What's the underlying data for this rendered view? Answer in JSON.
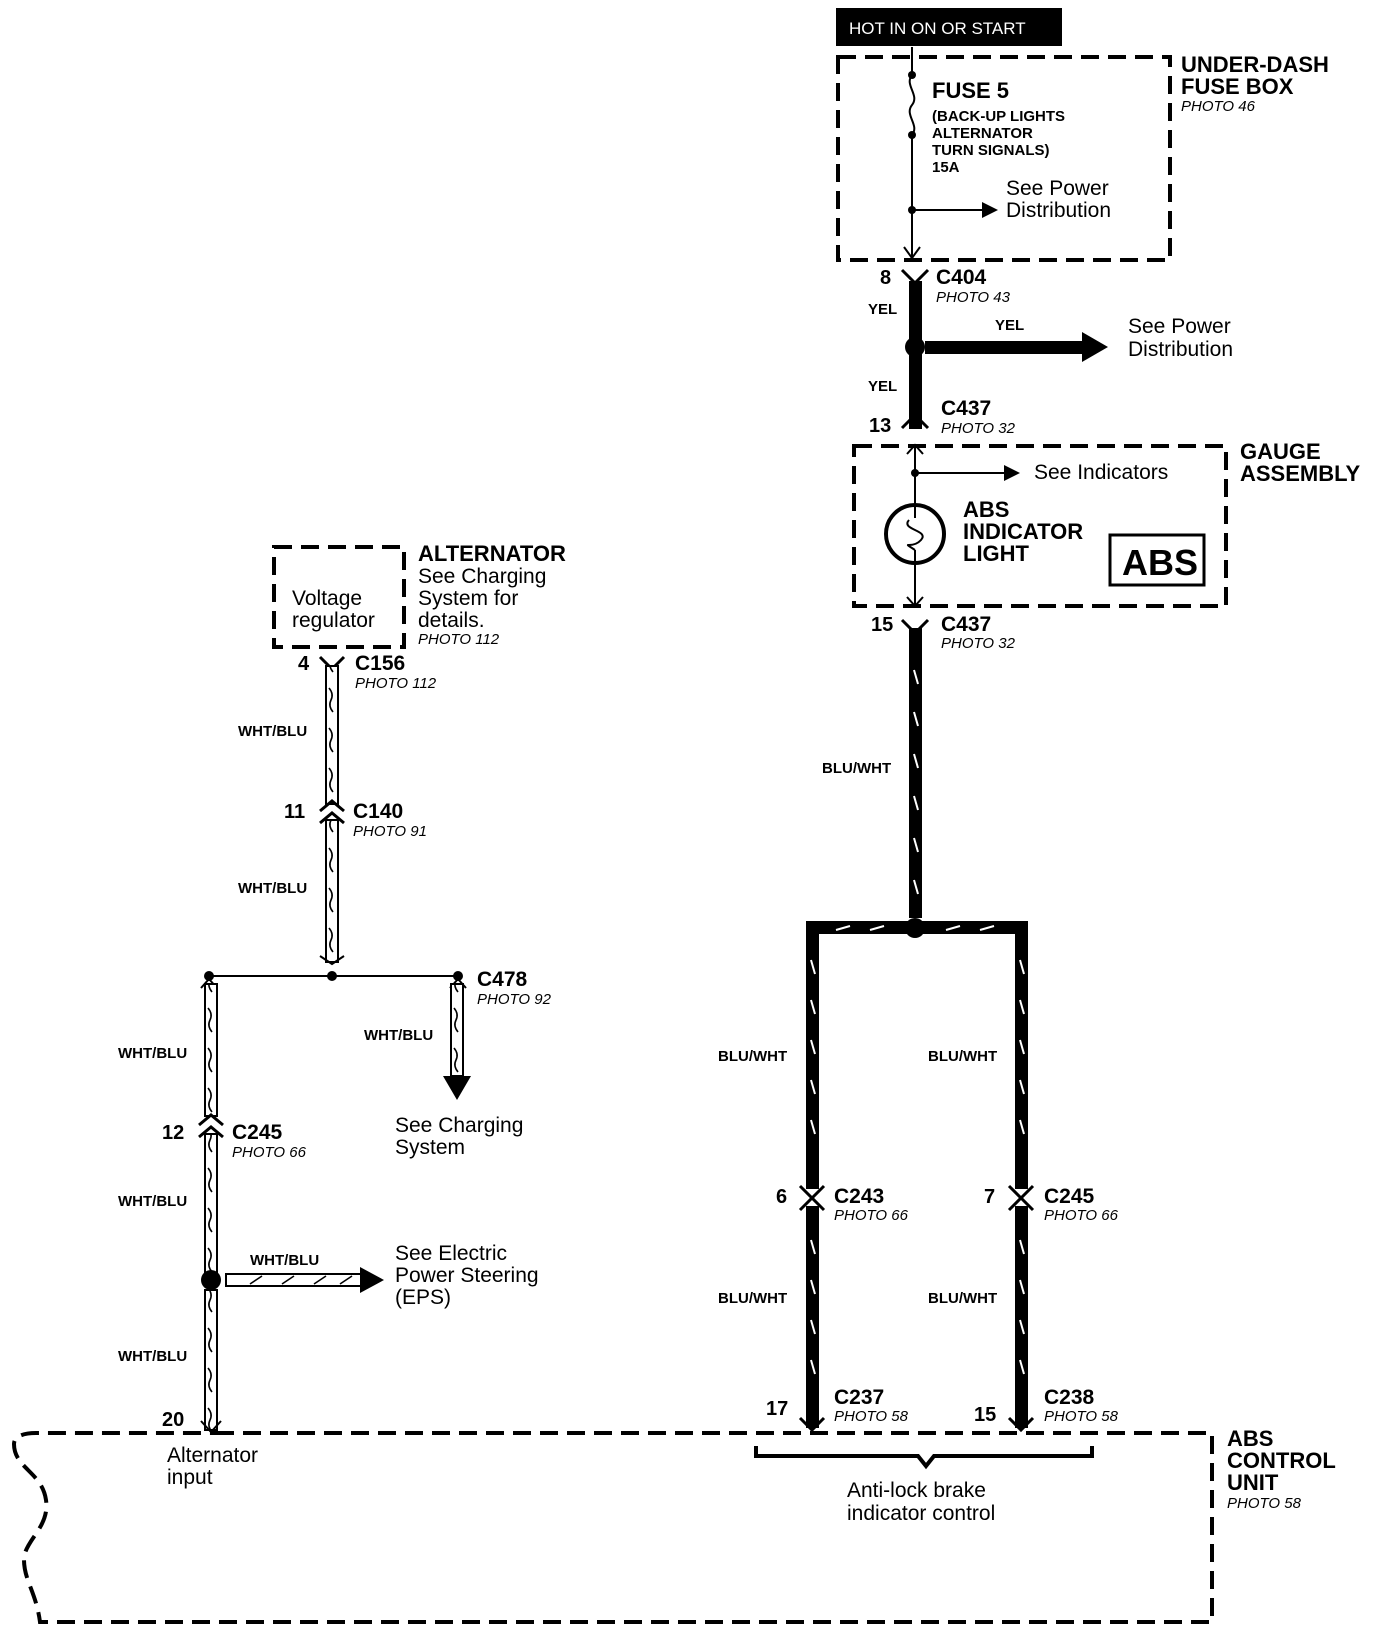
{
  "power": {
    "hot_label": "HOT IN ON OR START"
  },
  "fuse_box": {
    "title_line1": "UNDER-DASH",
    "title_line2": "FUSE BOX",
    "photo": "PHOTO 46"
  },
  "fuse": {
    "name": "FUSE 5",
    "line1": "(BACK-UP LIGHTS",
    "line2": "ALTERNATOR",
    "line3": "TURN SIGNALS)",
    "rating": "15A",
    "see_line1": "See Power",
    "see_line2": "Distribution"
  },
  "c404": {
    "pin": "8",
    "name": "C404",
    "photo": "PHOTO 43",
    "wire": "YEL"
  },
  "power_branch": {
    "wire": "YEL",
    "see_line1": "See Power",
    "see_line2": "Distribution"
  },
  "c437_top": {
    "wire": "YEL",
    "pin": "13",
    "name": "C437",
    "photo": "PHOTO 32"
  },
  "gauge": {
    "title_line1": "GAUGE",
    "title_line2": "ASSEMBLY",
    "see_indicators": "See Indicators",
    "light_line1": "ABS",
    "light_line2": "INDICATOR",
    "light_line3": "LIGHT",
    "badge": "ABS"
  },
  "c437_bottom": {
    "pin": "15",
    "name": "C437",
    "photo": "PHOTO 32",
    "wire": "BLU/WHT"
  },
  "alternator": {
    "title": "ALTERNATOR",
    "line1": "See Charging",
    "line2": "System for",
    "line3": "details.",
    "photo": "PHOTO 112",
    "regulator_line1": "Voltage",
    "regulator_line2": "regulator"
  },
  "c156": {
    "pin": "4",
    "name": "C156",
    "photo": "PHOTO 112",
    "wire": "WHT/BLU"
  },
  "c140": {
    "pin": "11",
    "name": "C140",
    "photo": "PHOTO 91",
    "wire": "WHT/BLU"
  },
  "c478": {
    "name": "C478",
    "photo": "PHOTO 92",
    "wire": "WHT/BLU",
    "see_line1": "See Charging",
    "see_line2": "System"
  },
  "left_run": {
    "wire_upper": "WHT/BLU",
    "wire_mid": "WHT/BLU",
    "wire_lower": "WHT/BLU"
  },
  "c245_left": {
    "pin": "12",
    "name": "C245",
    "photo": "PHOTO 66"
  },
  "eps": {
    "wire": "WHT/BLU",
    "line1": "See Electric",
    "line2": "Power Steering",
    "line3": "(EPS)"
  },
  "right_split": {
    "wire_l_upper": "BLU/WHT",
    "wire_r_upper": "BLU/WHT",
    "wire_l_lower": "BLU/WHT",
    "wire_r_lower": "BLU/WHT"
  },
  "c243": {
    "pin": "6",
    "name": "C243",
    "photo": "PHOTO 66"
  },
  "c245_right": {
    "pin": "7",
    "name": "C245",
    "photo": "PHOTO 66"
  },
  "c237": {
    "pin": "17",
    "name": "C237",
    "photo": "PHOTO 58"
  },
  "c238": {
    "pin": "15",
    "name": "C238",
    "photo": "PHOTO 58"
  },
  "alt_input": {
    "pin": "20",
    "line1": "Alternator",
    "line2": "input"
  },
  "abs_unit": {
    "title_line1": "ABS",
    "title_line2": "CONTROL",
    "title_line3": "UNIT",
    "photo": "PHOTO 58",
    "function_line1": "Anti-lock brake",
    "function_line2": "indicator control"
  }
}
